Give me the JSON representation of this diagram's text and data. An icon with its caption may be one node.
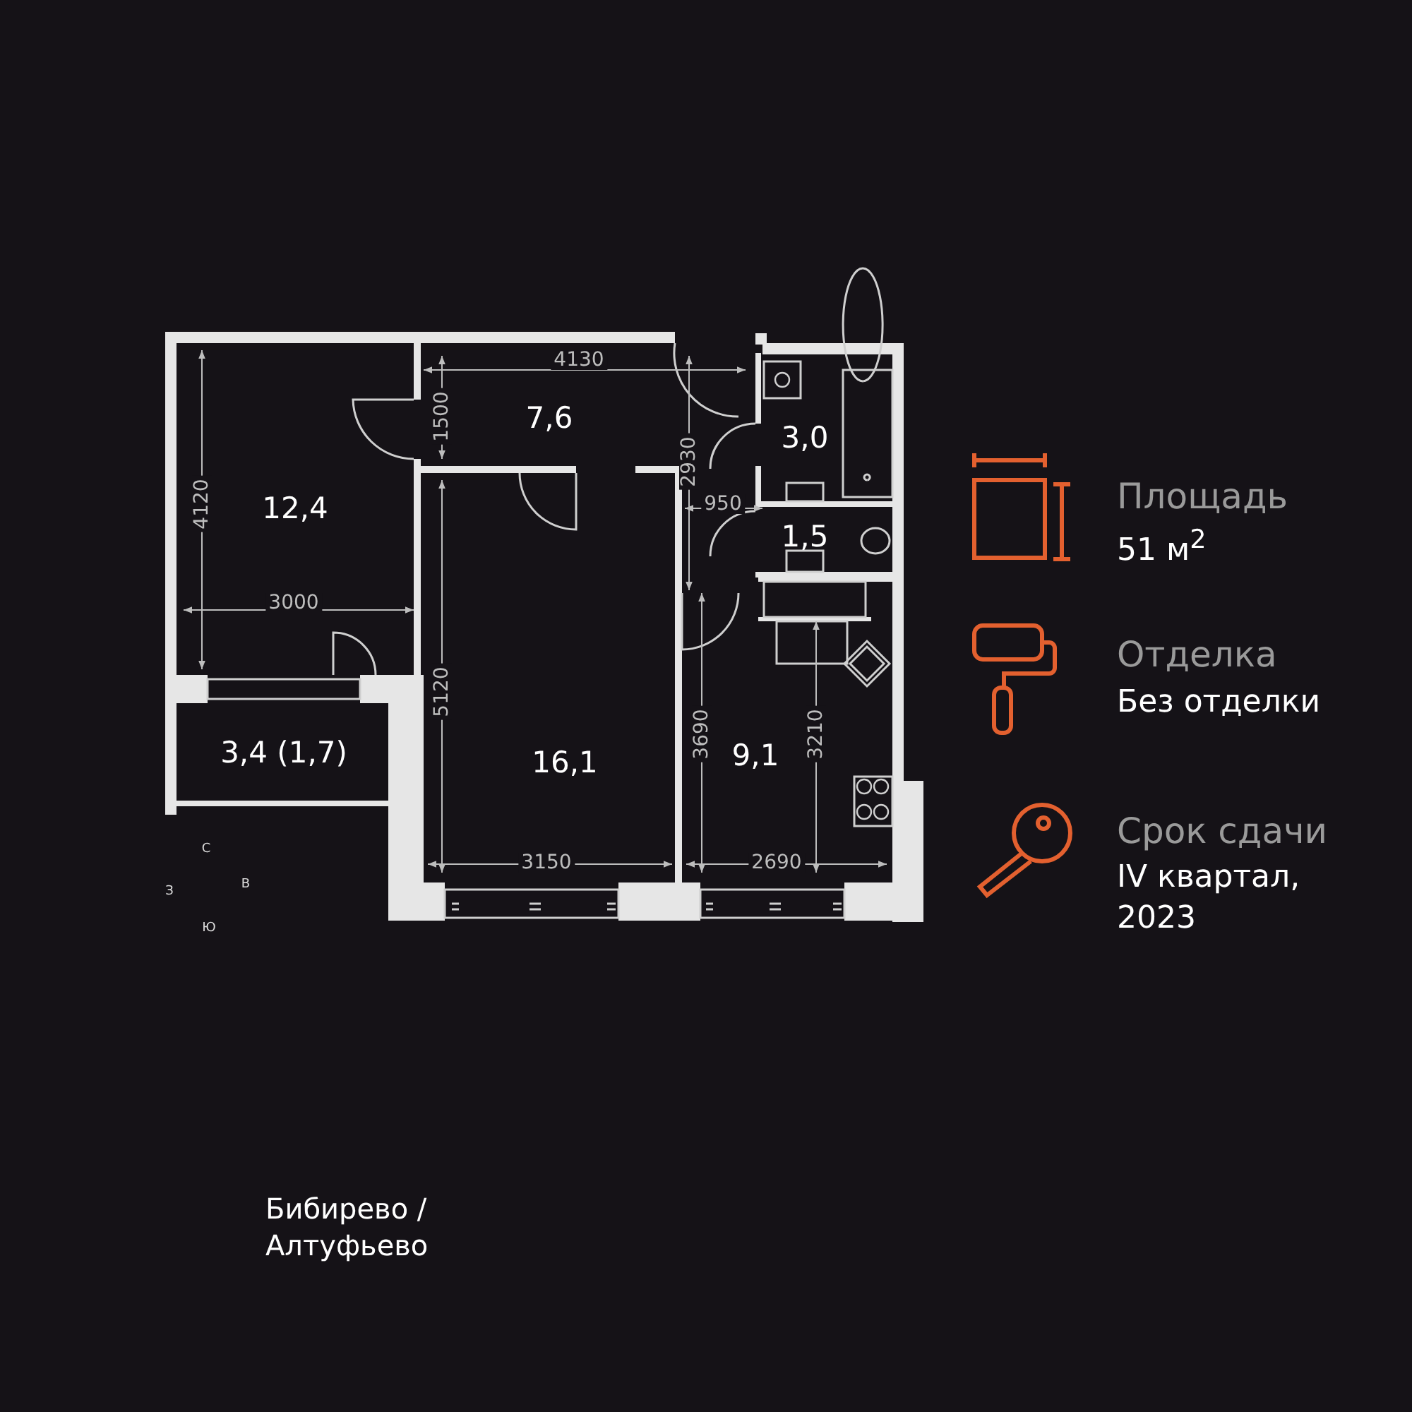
{
  "diagram": {
    "nodes": [
      {
        "text": [
          "12,4"
        ]
      },
      {
        "text": [
          "7,6"
        ]
      },
      {
        "text": [
          "3,0"
        ]
      },
      {
        "text": [
          "1,5"
        ]
      },
      {
        "text": [
          "3,4 (1,7)"
        ]
      },
      {
        "text": [
          "16,1"
        ]
      },
      {
        "text": [
          "9,1"
        ]
      }
    ],
    "edges": [],
    "labels": [
      "4130",
      "1500",
      "4120",
      "2930",
      "950",
      "3000",
      "5120",
      "3690",
      "3210",
      "3150",
      "2690",
      "С",
      "З",
      "В",
      "Ю",
      "Площадь",
      "51 м$^{2}$",
      "Отделка",
      "Без отделки",
      "Срок сдачи",
      "IV квартал, 2023",
      "Бибирево / Алтуфьево"
    ]
  }
}
